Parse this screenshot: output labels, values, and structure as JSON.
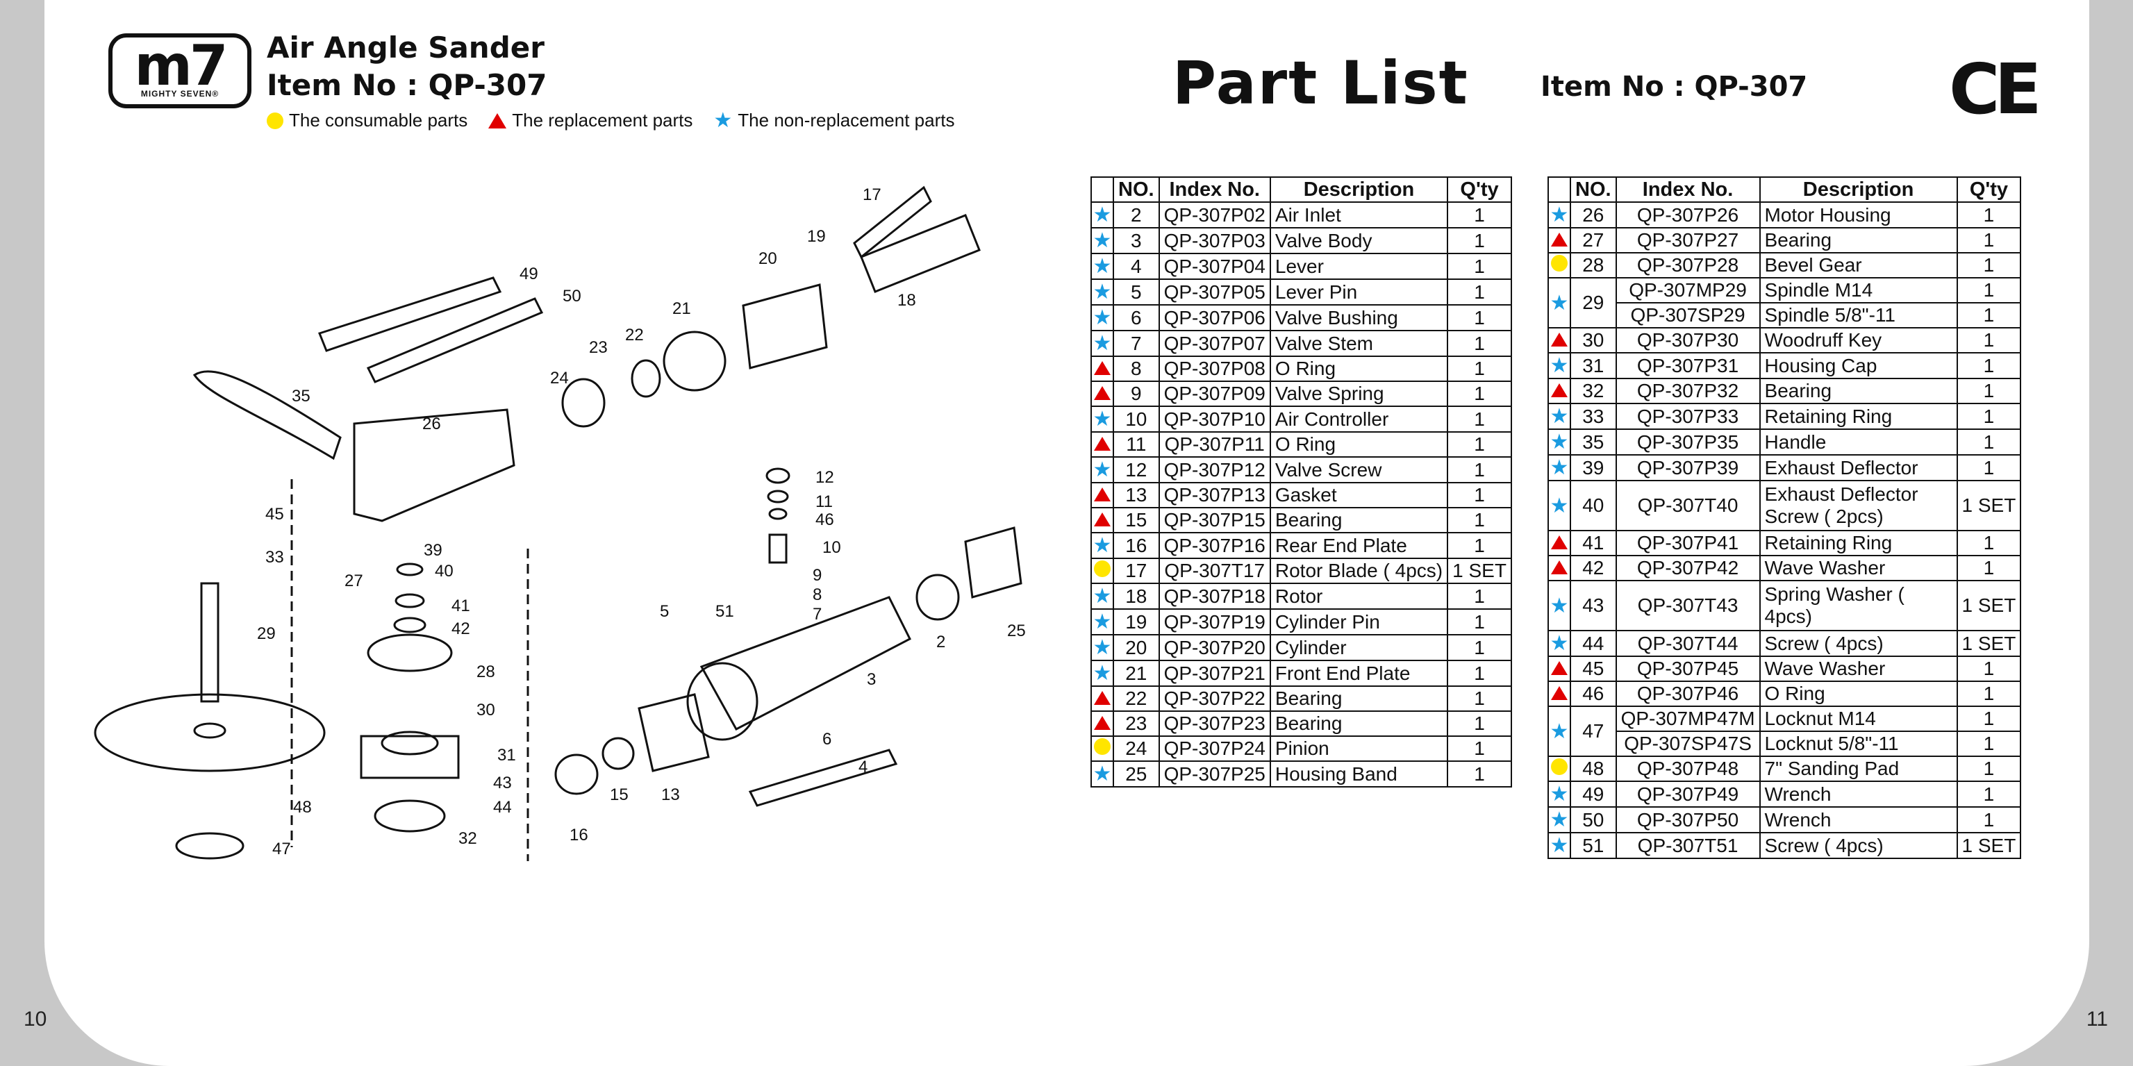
{
  "header": {
    "logo_text": "m7",
    "logo_sub": "MIGHTY SEVEN®",
    "product_name": "Air Angle Sander",
    "item_no": "Item No : QP-307",
    "part_list_title": "Part List",
    "item_no_right": "Item No : QP-307",
    "ce_mark": "CE"
  },
  "legend": {
    "consumable": "The consumable parts",
    "replacement": "The replacement parts",
    "non_replacement": "The non-replacement parts"
  },
  "page_numbers": {
    "left": "10",
    "right": "11"
  },
  "table_headers": {
    "no": "NO.",
    "index": "Index No.",
    "desc": "Description",
    "qty": "Q'ty"
  },
  "left_table": [
    {
      "mark": "star",
      "no": "2",
      "index": "QP-307P02",
      "desc": "Air Inlet",
      "qty": "1"
    },
    {
      "mark": "star",
      "no": "3",
      "index": "QP-307P03",
      "desc": "Valve Body",
      "qty": "1"
    },
    {
      "mark": "star",
      "no": "4",
      "index": "QP-307P04",
      "desc": "Lever",
      "qty": "1"
    },
    {
      "mark": "star",
      "no": "5",
      "index": "QP-307P05",
      "desc": "Lever Pin",
      "qty": "1"
    },
    {
      "mark": "star",
      "no": "6",
      "index": "QP-307P06",
      "desc": "Valve Bushing",
      "qty": "1"
    },
    {
      "mark": "star",
      "no": "7",
      "index": "QP-307P07",
      "desc": "Valve Stem",
      "qty": "1"
    },
    {
      "mark": "tri",
      "no": "8",
      "index": "QP-307P08",
      "desc": "O Ring",
      "qty": "1"
    },
    {
      "mark": "tri",
      "no": "9",
      "index": "QP-307P09",
      "desc": "Valve Spring",
      "qty": "1"
    },
    {
      "mark": "star",
      "no": "10",
      "index": "QP-307P10",
      "desc": "Air Controller",
      "qty": "1"
    },
    {
      "mark": "tri",
      "no": "11",
      "index": "QP-307P11",
      "desc": "O Ring",
      "qty": "1"
    },
    {
      "mark": "star",
      "no": "12",
      "index": "QP-307P12",
      "desc": "Valve Screw",
      "qty": "1"
    },
    {
      "mark": "tri",
      "no": "13",
      "index": "QP-307P13",
      "desc": "Gasket",
      "qty": "1"
    },
    {
      "mark": "tri",
      "no": "15",
      "index": "QP-307P15",
      "desc": "Bearing",
      "qty": "1"
    },
    {
      "mark": "star",
      "no": "16",
      "index": "QP-307P16",
      "desc": "Rear End Plate",
      "qty": "1"
    },
    {
      "mark": "dot",
      "no": "17",
      "index": "QP-307T17",
      "desc": "Rotor Blade ( 4pcs)",
      "qty": "1 SET"
    },
    {
      "mark": "star",
      "no": "18",
      "index": "QP-307P18",
      "desc": "Rotor",
      "qty": "1"
    },
    {
      "mark": "star",
      "no": "19",
      "index": "QP-307P19",
      "desc": "Cylinder Pin",
      "qty": "1"
    },
    {
      "mark": "star",
      "no": "20",
      "index": "QP-307P20",
      "desc": "Cylinder",
      "qty": "1"
    },
    {
      "mark": "star",
      "no": "21",
      "index": "QP-307P21",
      "desc": "Front End Plate",
      "qty": "1"
    },
    {
      "mark": "tri",
      "no": "22",
      "index": "QP-307P22",
      "desc": "Bearing",
      "qty": "1"
    },
    {
      "mark": "tri",
      "no": "23",
      "index": "QP-307P23",
      "desc": "Bearing",
      "qty": "1"
    },
    {
      "mark": "dot",
      "no": "24",
      "index": "QP-307P24",
      "desc": "Pinion",
      "qty": "1"
    },
    {
      "mark": "star",
      "no": "25",
      "index": "QP-307P25",
      "desc": "Housing Band",
      "qty": "1"
    }
  ],
  "right_table": [
    {
      "mark": "star",
      "no": "26",
      "index": "QP-307P26",
      "desc": "Motor Housing",
      "qty": "1"
    },
    {
      "mark": "tri",
      "no": "27",
      "index": "QP-307P27",
      "desc": "Bearing",
      "qty": "1"
    },
    {
      "mark": "dot",
      "no": "28",
      "index": "QP-307P28",
      "desc": "Bevel Gear",
      "qty": "1"
    },
    {
      "mark": "star",
      "no": "29",
      "index": "QP-307MP29",
      "desc": "Spindle M14",
      "qty": "1",
      "sub": {
        "index": "QP-307SP29",
        "desc": "Spindle 5/8\"-11",
        "qty": "1"
      }
    },
    {
      "mark": "tri",
      "no": "30",
      "index": "QP-307P30",
      "desc": "Woodruff Key",
      "qty": "1"
    },
    {
      "mark": "star",
      "no": "31",
      "index": "QP-307P31",
      "desc": "Housing Cap",
      "qty": "1"
    },
    {
      "mark": "tri",
      "no": "32",
      "index": "QP-307P32",
      "desc": "Bearing",
      "qty": "1"
    },
    {
      "mark": "star",
      "no": "33",
      "index": "QP-307P33",
      "desc": "Retaining Ring",
      "qty": "1"
    },
    {
      "mark": "star",
      "no": "35",
      "index": "QP-307P35",
      "desc": "Handle",
      "qty": "1"
    },
    {
      "mark": "star",
      "no": "39",
      "index": "QP-307P39",
      "desc": "Exhaust Deflector",
      "qty": "1"
    },
    {
      "mark": "star",
      "no": "40",
      "index": "QP-307T40",
      "desc": "Exhaust Deflector Screw ( 2pcs)",
      "qty": "1 SET",
      "tall": true
    },
    {
      "mark": "tri",
      "no": "41",
      "index": "QP-307P41",
      "desc": "Retaining Ring",
      "qty": "1"
    },
    {
      "mark": "tri",
      "no": "42",
      "index": "QP-307P42",
      "desc": "Wave Washer",
      "qty": "1"
    },
    {
      "mark": "star",
      "no": "43",
      "index": "QP-307T43",
      "desc": "Spring Washer ( 4pcs)",
      "qty": "1 SET",
      "tall": true
    },
    {
      "mark": "star",
      "no": "44",
      "index": "QP-307T44",
      "desc": "Screw ( 4pcs)",
      "qty": "1 SET"
    },
    {
      "mark": "tri",
      "no": "45",
      "index": "QP-307P45",
      "desc": "Wave Washer",
      "qty": "1"
    },
    {
      "mark": "tri",
      "no": "46",
      "index": "QP-307P46",
      "desc": "O Ring",
      "qty": "1"
    },
    {
      "mark": "star",
      "no": "47",
      "index": "QP-307MP47M",
      "desc": "Locknut M14",
      "qty": "1",
      "sub": {
        "index": "QP-307SP47S",
        "desc": "Locknut 5/8\"-11",
        "qty": "1"
      }
    },
    {
      "mark": "dot",
      "no": "48",
      "index": "QP-307P48",
      "desc": "7\" Sanding Pad",
      "qty": "1"
    },
    {
      "mark": "star",
      "no": "49",
      "index": "QP-307P49",
      "desc": "Wrench",
      "qty": "1"
    },
    {
      "mark": "star",
      "no": "50",
      "index": "QP-307P50",
      "desc": "Wrench",
      "qty": "1"
    },
    {
      "mark": "star",
      "no": "51",
      "index": "QP-307T51",
      "desc": "Screw ( 4pcs)",
      "qty": "1 SET"
    }
  ],
  "diagram_labels": [
    "17",
    "19",
    "20",
    "21",
    "22",
    "23",
    "24",
    "18",
    "49",
    "50",
    "35",
    "26",
    "45",
    "33",
    "39",
    "27",
    "41",
    "42",
    "29",
    "28",
    "30",
    "31",
    "43",
    "44",
    "48",
    "32",
    "47",
    "12",
    "11",
    "46",
    "10",
    "9",
    "8",
    "7",
    "5",
    "51",
    "2",
    "25",
    "3",
    "6",
    "4",
    "13",
    "15",
    "16",
    "40"
  ],
  "colors": {
    "star": "#1a9be0",
    "triangle": "#e00000",
    "dot": "#ffe500",
    "background": "#c8c8c8"
  }
}
